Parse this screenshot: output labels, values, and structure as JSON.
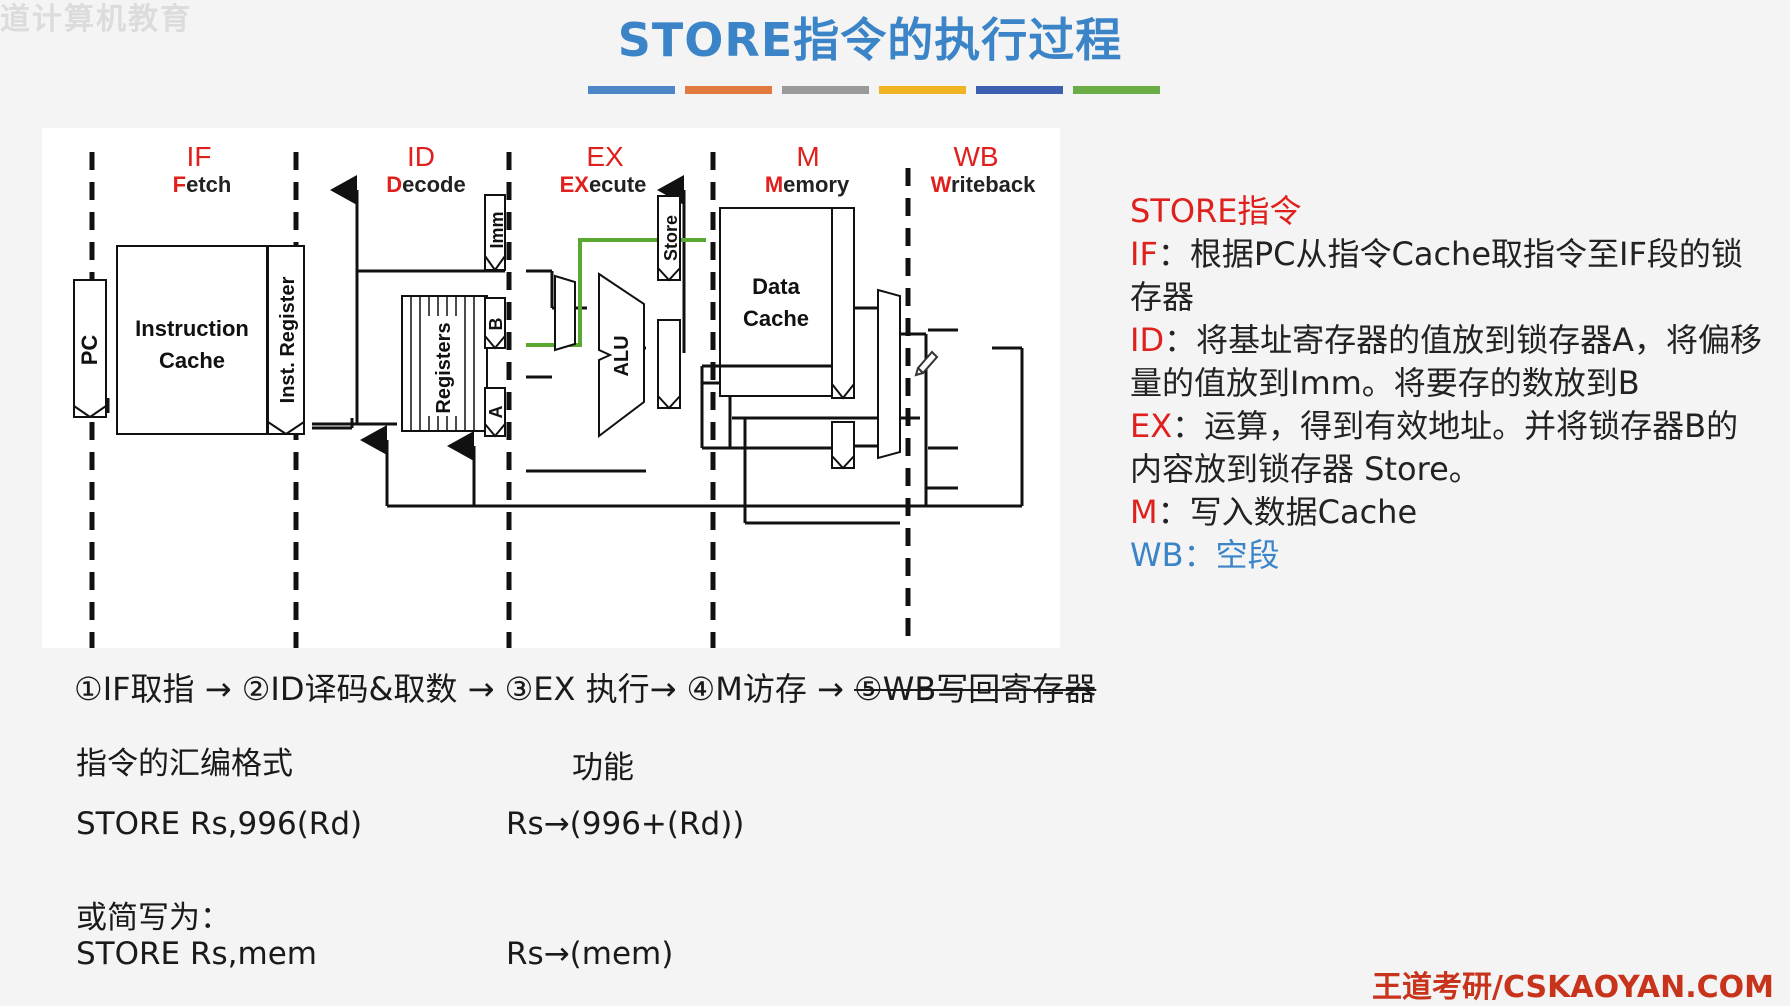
{
  "watermark": "道计算机教育",
  "title": "STORE指令的执行过程",
  "title_bar_colors": [
    "#4a86c8",
    "#e27a3f",
    "#9a9a9a",
    "#f0b323",
    "#3c5fb0",
    "#6aac45"
  ],
  "diagram": {
    "stages": [
      {
        "abbr": "IF",
        "name": "Fetch",
        "highlight": "F"
      },
      {
        "abbr": "ID",
        "name": "Decode",
        "highlight": "D"
      },
      {
        "abbr": "EX",
        "name": "Execute",
        "highlight": "EX",
        "display_name": "EXecute"
      },
      {
        "abbr": "M",
        "name": "Memory",
        "highlight": "M"
      },
      {
        "abbr": "WB",
        "name": "Writeback",
        "highlight": "W"
      }
    ],
    "blocks": {
      "pc": "PC",
      "instruction_cache_line1": "Instruction",
      "instruction_cache_line2": "Cache",
      "inst_register": "Inst. Register",
      "registers": "Registers",
      "imm": "Imm",
      "b": "B",
      "a": "A",
      "alu": "ALU",
      "store": "Store",
      "data_cache_line1": "Data",
      "data_cache_line2": "Cache"
    },
    "stage_label_color": "#e0201c",
    "highlight_path_color": "#5aa832"
  },
  "side_panel": {
    "heading": "STORE指令",
    "if_label": "IF",
    "if_text": "：根据PC从指令Cache取指令至IF段的锁存器",
    "id_label": "ID",
    "id_text": "：将基址寄存器的值放到锁存器A，将偏移量的值放到Imm。将要存的数放到B",
    "ex_label": "EX",
    "ex_text": "：运算，得到有效地址。并将锁存器B的内容放到锁存器 Store。",
    "m_label": "M",
    "m_text": "：写入数据Cache",
    "wb_label": "WB",
    "wb_text": "：空段"
  },
  "steps": {
    "s1": "①IF取指 → ②ID译码&取数 → ③EX 执行→ ④M访存 → ",
    "s5": "⑤WB写回寄存器"
  },
  "table": {
    "col1_header": "指令的汇编格式",
    "col2_header": "功能",
    "row1_format": "STORE  Rs,996(Rd)",
    "row1_function": "Rs→(996+(Rd))",
    "short_label": "或简写为：",
    "row2_format": "STORE  Rs,mem",
    "row2_function": "Rs→(mem)"
  },
  "footer": "王道考研/CSKAOYAN.COM"
}
